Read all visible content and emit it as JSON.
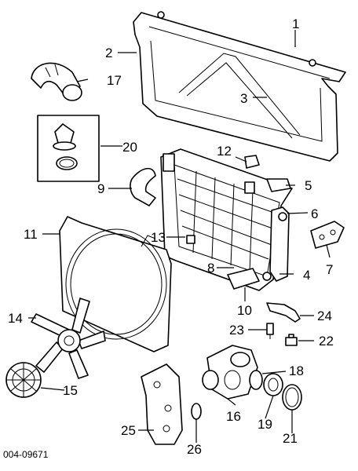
{
  "diagram": {
    "callouts": [
      "1",
      "2",
      "3",
      "4",
      "5",
      "6",
      "7",
      "8",
      "9",
      "10",
      "11",
      "12",
      "13",
      "14",
      "15",
      "16",
      "17",
      "18",
      "19",
      "20",
      "21",
      "22",
      "23",
      "24",
      "25",
      "26"
    ],
    "figure_code": "004-09671"
  }
}
